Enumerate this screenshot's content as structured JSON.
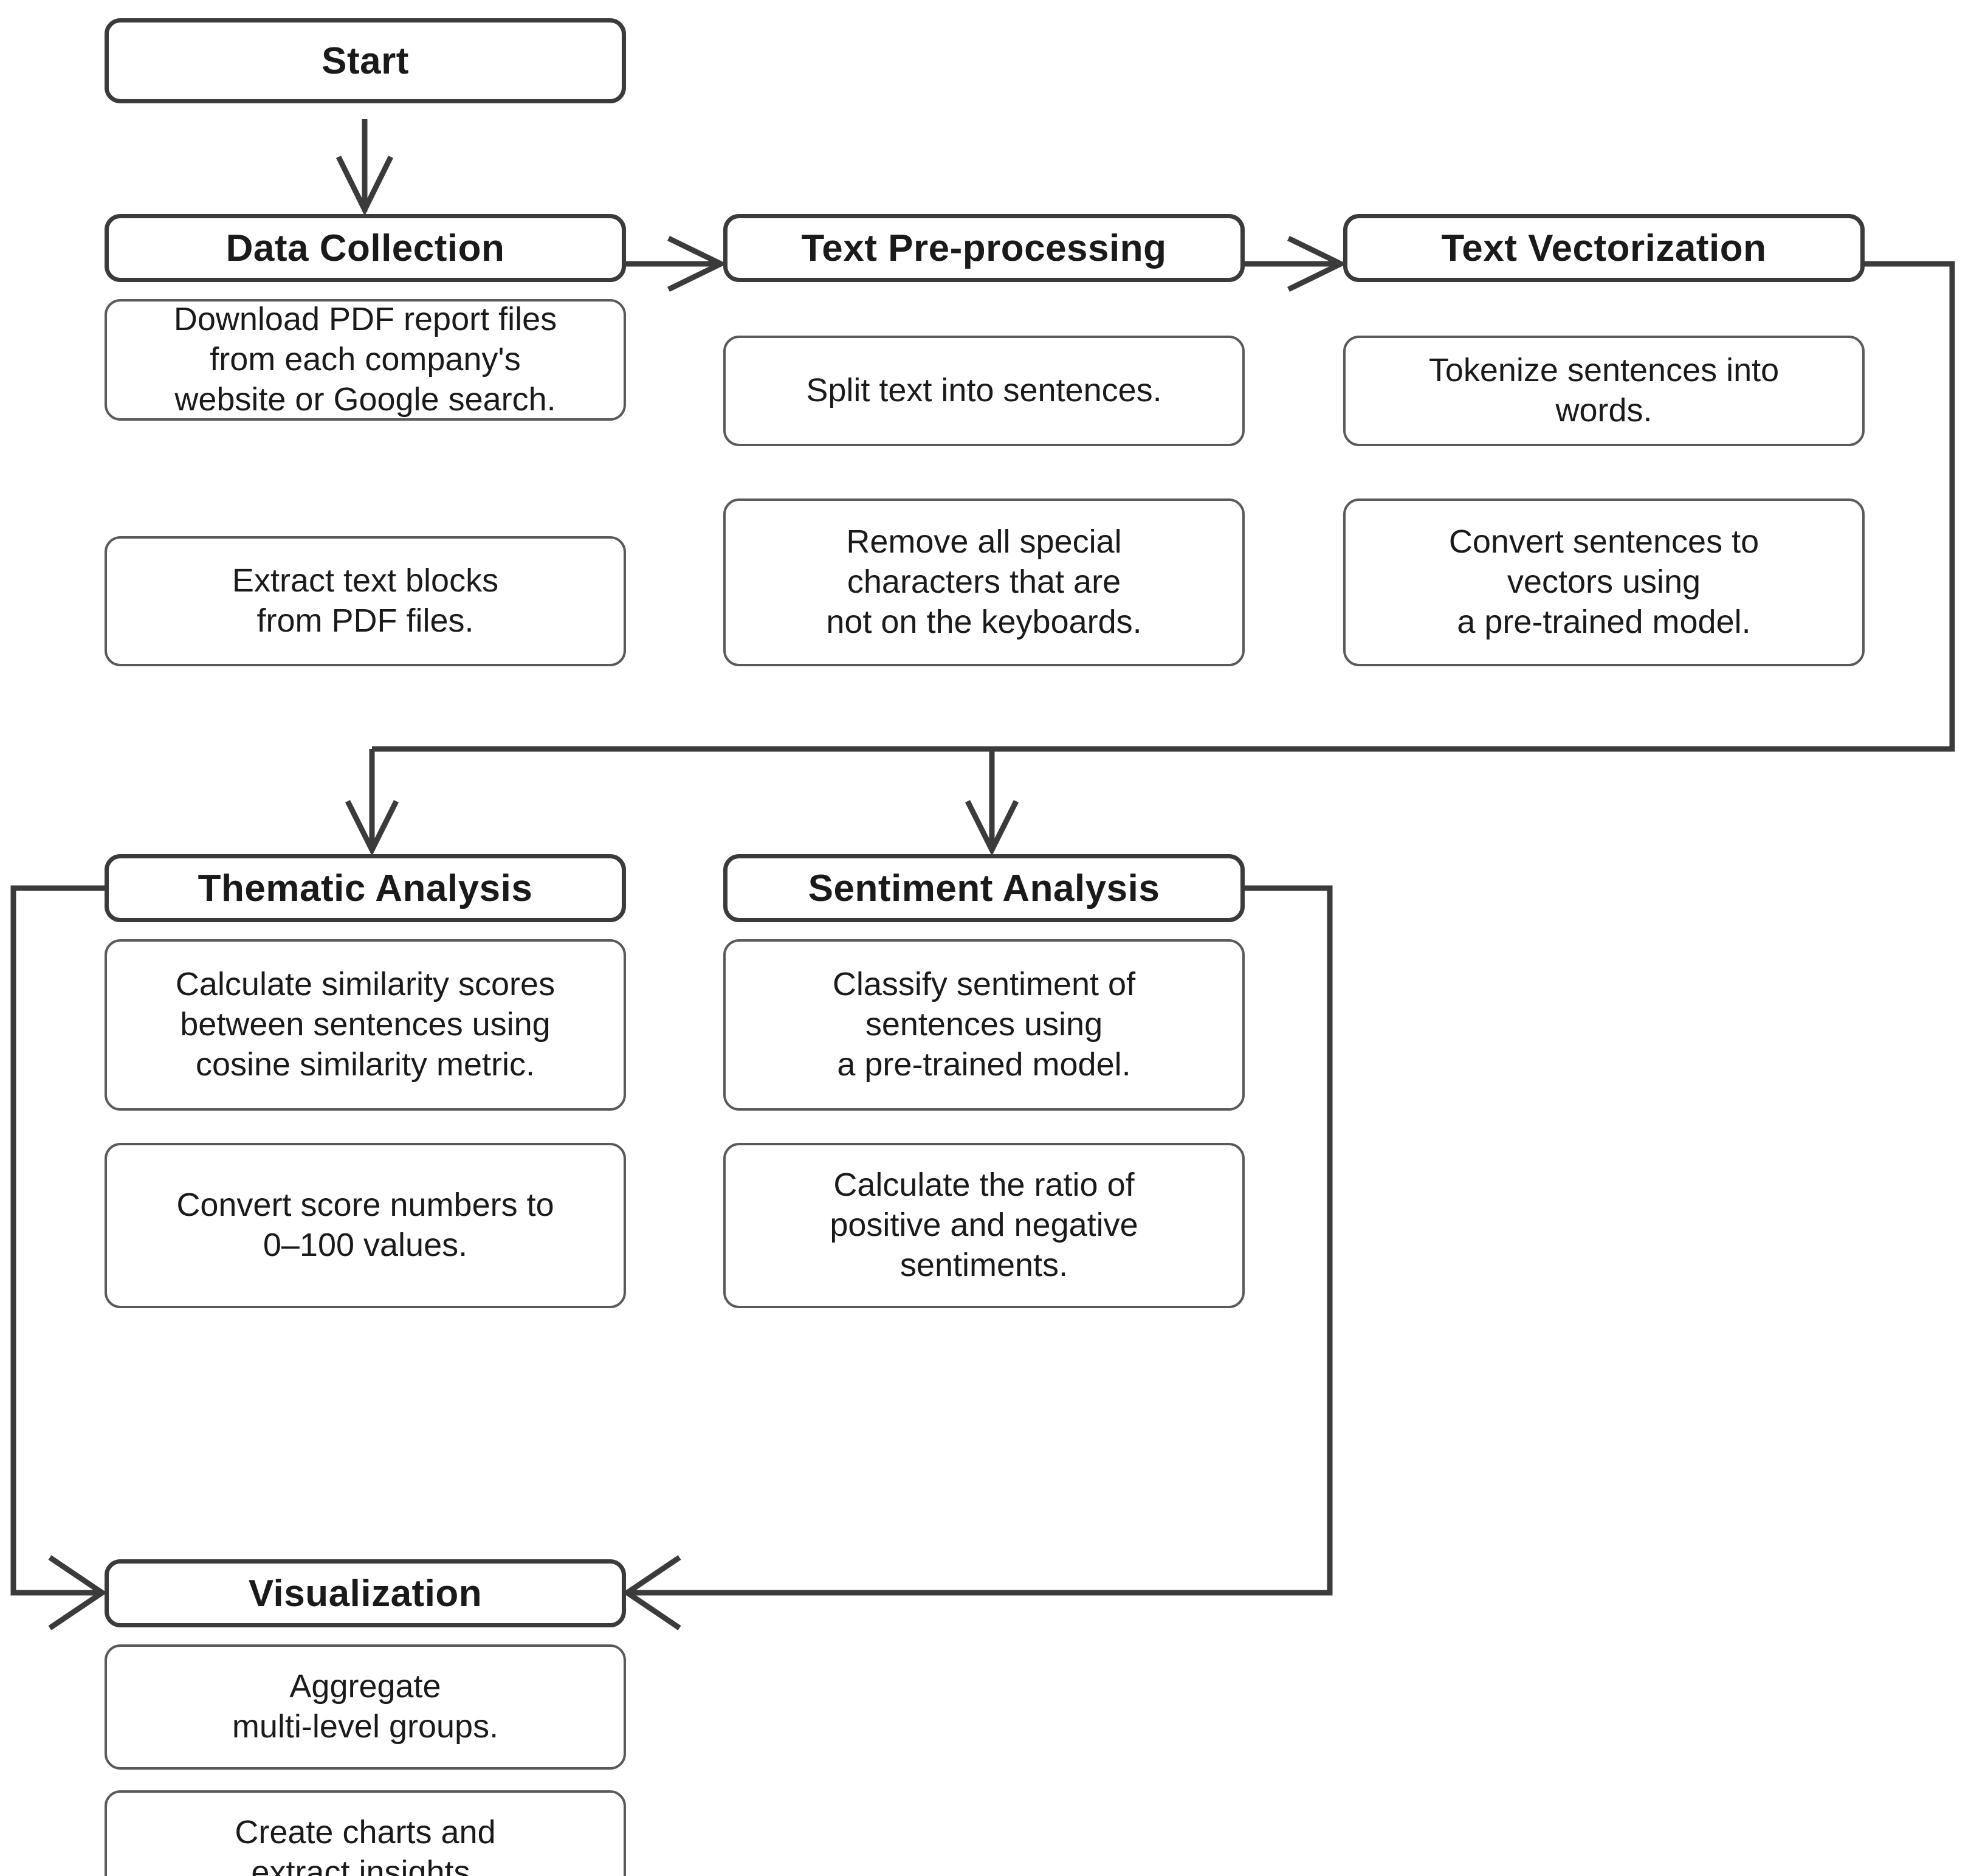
{
  "diagram": {
    "title": "Start",
    "stroke_stage": "#3b3b3b",
    "stroke_step": "#5a5a5a",
    "text_color": "#1a1a1a",
    "background": "#ffffff"
  },
  "nodes": {
    "start": {
      "label": "Start"
    },
    "data_collection": {
      "label": "Data Collection",
      "steps": [
        "Download PDF report files\nfrom each company's\nwebsite or Google search.",
        "Extract text blocks\nfrom PDF files."
      ]
    },
    "text_preprocessing": {
      "label": "Text Pre-processing",
      "steps": [
        "Split text into sentences.",
        "Remove all special\ncharacters that are\nnot on the keyboards."
      ]
    },
    "text_vectorization": {
      "label": "Text Vectorization",
      "steps": [
        "Tokenize sentences into\nwords.",
        "Convert sentences to\nvectors using\na pre-trained model."
      ]
    },
    "thematic_analysis": {
      "label": "Thematic Analysis",
      "steps": [
        "Calculate similarity scores\nbetween sentences using\ncosine similarity metric.",
        "Convert score numbers to\n0–100 values."
      ]
    },
    "sentiment_analysis": {
      "label": "Sentiment Analysis",
      "steps": [
        "Classify sentiment of\nsentences using\na pre-trained model.",
        "Calculate the ratio of\npositive and negative\nsentiments."
      ]
    },
    "visualization": {
      "label": "Visualization",
      "steps": [
        "Aggregate\nmulti-level groups.",
        "Create charts and\nextract insights."
      ]
    }
  },
  "edges": [
    {
      "from": "start",
      "to": "data_collection",
      "kind": "vertical-arrow"
    },
    {
      "from": "data_collection",
      "to": "text_preprocessing",
      "kind": "horizontal-arrow"
    },
    {
      "from": "text_preprocessing",
      "to": "text_vectorization",
      "kind": "horizontal-arrow"
    },
    {
      "from": "text_vectorization",
      "to": "thematic_analysis",
      "kind": "elbow-arrow"
    },
    {
      "from": "text_vectorization",
      "to": "sentiment_analysis",
      "kind": "elbow-arrow"
    },
    {
      "from": "thematic_analysis",
      "to": "visualization",
      "kind": "elbow-arrow"
    },
    {
      "from": "sentiment_analysis",
      "to": "visualization",
      "kind": "elbow-arrow"
    }
  ]
}
